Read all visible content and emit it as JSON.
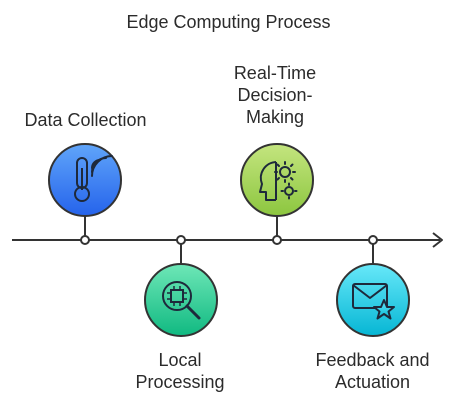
{
  "title": "Edge Computing Process",
  "steps": [
    {
      "label": "Data Collection",
      "icon": "thermometer-wifi-icon",
      "color": "#3b82f6"
    },
    {
      "label": "Local\nProcessing",
      "icon": "chip-search-icon",
      "color": "#34d399"
    },
    {
      "label": "Real-Time\nDecision-\nMaking",
      "icon": "head-gears-icon",
      "color": "#a3d65c"
    },
    {
      "label": "Feedback and\nActuation",
      "icon": "envelope-star-icon",
      "color": "#22c7e6"
    }
  ]
}
